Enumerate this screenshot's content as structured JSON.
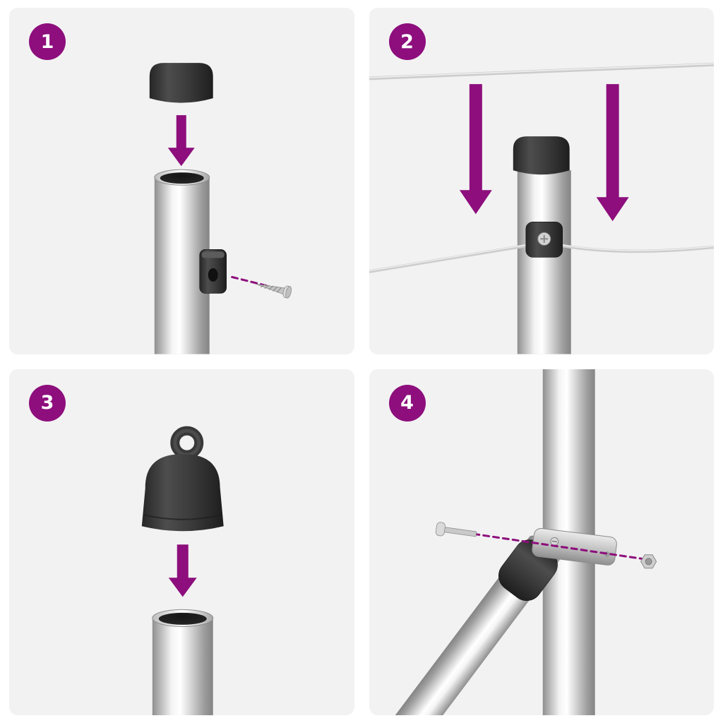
{
  "colors": {
    "accent": "#8d0e7c",
    "panel_bg": "#f2f2f2",
    "page_bg": "#ffffff",
    "cap_dark": "#3a3a3a",
    "metal_light": "#ffffff",
    "metal_dark": "#8a8a8a",
    "wire": "#cdcdcd"
  },
  "steps": [
    {
      "number": "1",
      "icons": [
        "post-cap",
        "down-arrow-icon",
        "metal-post",
        "clamp-block",
        "screw-icon",
        "fastener-guide-line"
      ]
    },
    {
      "number": "2",
      "icons": [
        "top-wire",
        "down-arrow-icon",
        "down-arrow-icon",
        "capped-post",
        "wire-clamp",
        "tension-wire"
      ]
    },
    {
      "number": "3",
      "icons": [
        "eyelet-cap",
        "down-arrow-icon",
        "metal-post"
      ]
    },
    {
      "number": "4",
      "icons": [
        "vertical-post",
        "diagonal-brace",
        "brace-socket",
        "post-clamp",
        "bolt-icon",
        "nut-icon",
        "fastener-guide-line"
      ]
    }
  ]
}
